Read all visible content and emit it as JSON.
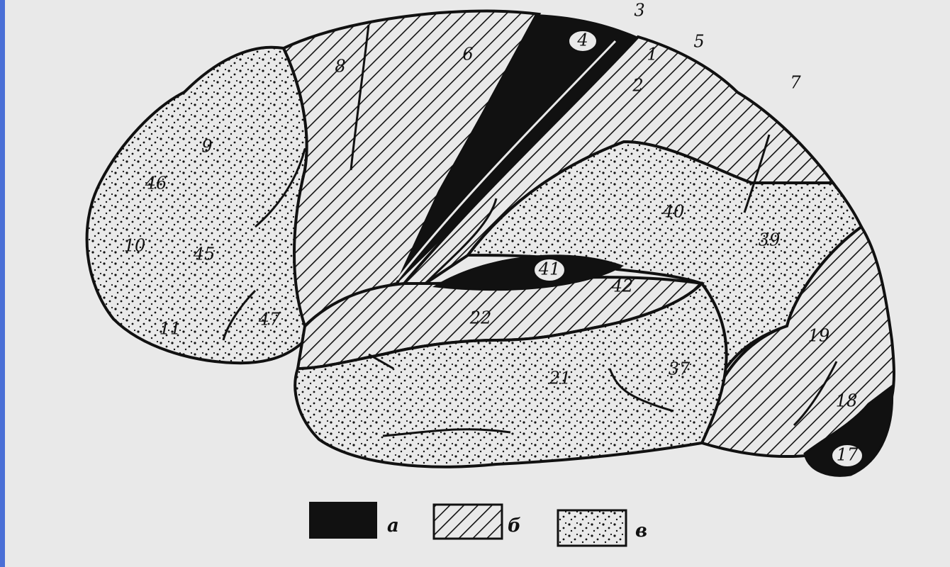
{
  "areas": {
    "a1": "1",
    "a2": "2",
    "a3": "3",
    "a4": "4",
    "a5": "5",
    "a6": "6",
    "a7": "7",
    "a8": "8",
    "a9": "9",
    "a10": "10",
    "a11": "11",
    "a17": "17",
    "a18": "18",
    "a19": "19",
    "a21": "21",
    "a22": "22",
    "a37": "37",
    "a39": "39",
    "a40": "40",
    "a41": "41",
    "a42": "42",
    "a45a": "45",
    "a46": "46",
    "a47": "47"
  },
  "legend": {
    "primary": "a",
    "secondary": "б",
    "tertiary": "в"
  },
  "colors": {
    "background": "#e9e9e9",
    "ink": "#111111",
    "accent_bar": "#4a6fd6"
  }
}
